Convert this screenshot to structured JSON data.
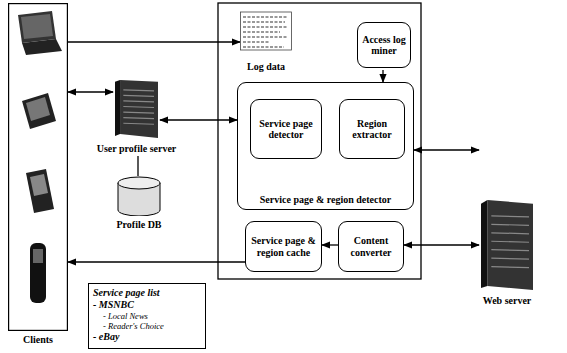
{
  "diagram": {
    "nodes": [
      {
        "text": [
          "Clients"
        ]
      },
      {
        "text": [
          "Log data"
        ]
      },
      {
        "text": [
          "Access log miner"
        ]
      },
      {
        "text": [
          "User profile server"
        ]
      },
      {
        "text": [
          "Service page & region detector"
        ]
      },
      {
        "text": [
          "Service page detector"
        ],
        "in": 4
      },
      {
        "text": [
          "Region extractor"
        ],
        "in": 4
      },
      {
        "text": [
          "Profile DB"
        ]
      },
      {
        "text": [
          "Service page & region cache"
        ]
      },
      {
        "text": [
          "Content converter"
        ]
      },
      {
        "text": [
          "Web server"
        ]
      },
      {
        "text": [
          "Service page list",
          "- MSNBC",
          "- Local News",
          "- Reader's Choice",
          "- eBay"
        ]
      }
    ],
    "edges": [
      {
        "from": 0,
        "to": 1,
        "arrow": "to"
      },
      {
        "from": 0,
        "to": 3,
        "arrow": "both"
      },
      {
        "from": 2,
        "to": 4,
        "arrow": "to"
      },
      {
        "from": 3,
        "to": 4,
        "arrow": "both"
      },
      {
        "from": 5,
        "to": 6,
        "arrow": "to"
      },
      {
        "from": 4,
        "to": 10,
        "arrow": "both"
      },
      {
        "from": 3,
        "to": 7,
        "arrow": "none"
      },
      {
        "from": 10,
        "to": 9,
        "arrow": "both"
      },
      {
        "from": 9,
        "to": 8,
        "arrow": "to"
      },
      {
        "from": 8,
        "to": 0,
        "arrow": "to"
      }
    ]
  }
}
